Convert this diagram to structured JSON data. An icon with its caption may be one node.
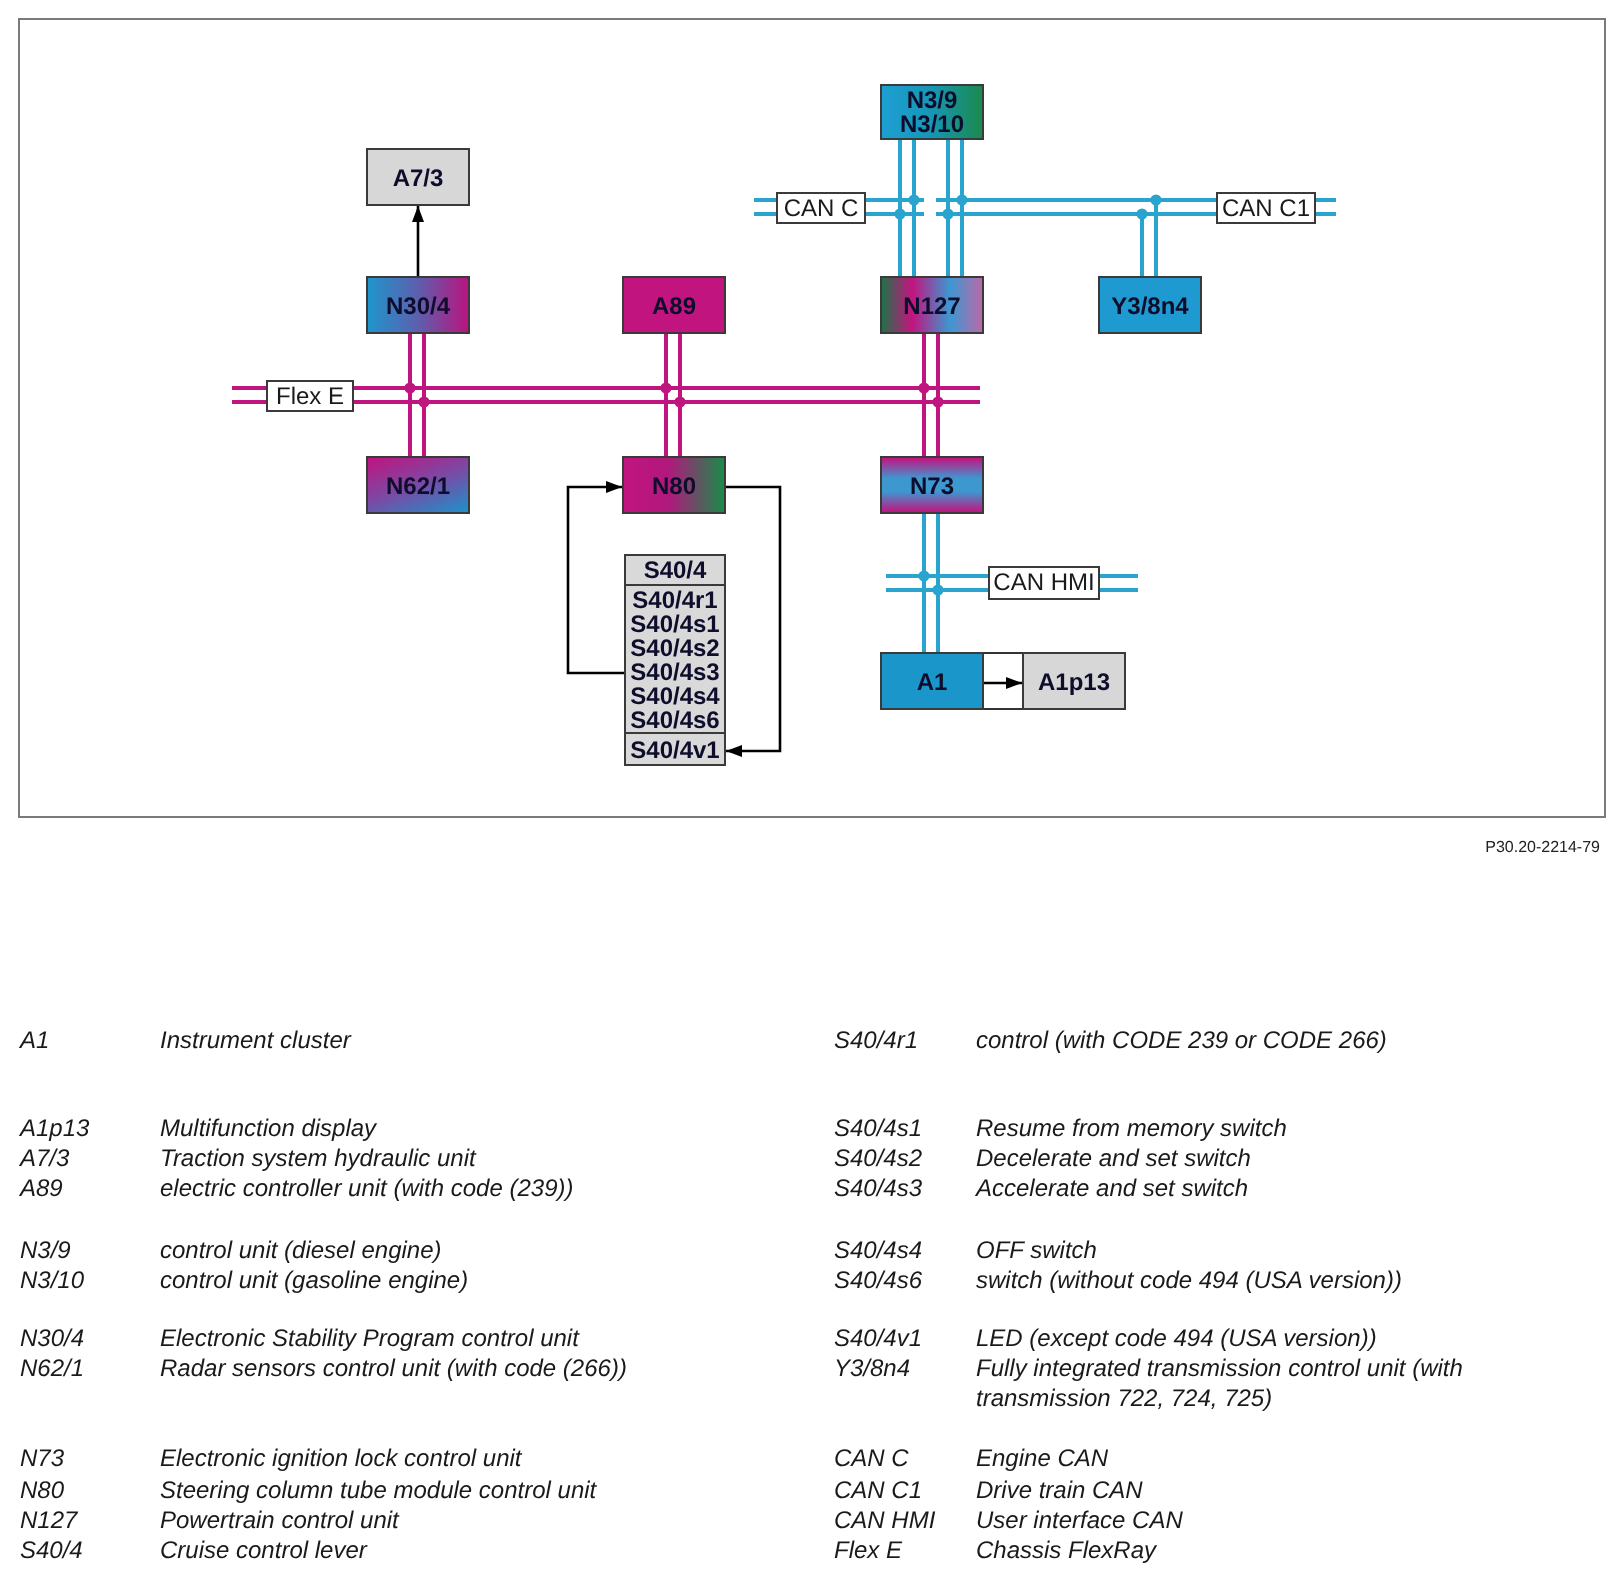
{
  "diagram": {
    "nodes": [
      {
        "text": [
          "N3/9",
          "N3/10"
        ]
      },
      {
        "text": [
          "A7/3"
        ]
      },
      {
        "text": [
          "CAN C"
        ]
      },
      {
        "text": [
          "CAN C1"
        ]
      },
      {
        "text": [
          "N30/4"
        ]
      },
      {
        "text": [
          "A89"
        ]
      },
      {
        "text": [
          "N127"
        ]
      },
      {
        "text": [
          "Y3/8n4"
        ]
      },
      {
        "text": [
          "Flex E"
        ]
      },
      {
        "text": [
          "N62/1"
        ]
      },
      {
        "text": [
          "N80"
        ]
      },
      {
        "text": [
          "N73"
        ]
      },
      {
        "text": [
          "S40/4"
        ]
      },
      {
        "text": [
          "S40/4r1",
          "S40/4s1",
          "S40/4s2",
          "S40/4s3",
          "S40/4s4",
          "S40/4s6"
        ],
        "in": 12
      },
      {
        "text": [
          "S40/4v1"
        ],
        "in": 12
      },
      {
        "text": [
          "CAN HMI"
        ]
      },
      {
        "text": [
          "A1"
        ]
      },
      {
        "text": [
          "A1p13"
        ]
      }
    ],
    "edges": [
      {
        "from": 8,
        "to": 4,
        "arrow": "none",
        "color": "#c0157f"
      },
      {
        "from": 8,
        "to": 9,
        "arrow": "none",
        "color": "#c0157f"
      },
      {
        "from": 8,
        "to": 5,
        "arrow": "none",
        "color": "#c0157f"
      },
      {
        "from": 8,
        "to": 10,
        "arrow": "none",
        "color": "#c0157f"
      },
      {
        "from": 8,
        "to": 6,
        "arrow": "none",
        "color": "#c0157f"
      },
      {
        "from": 8,
        "to": 11,
        "arrow": "none",
        "color": "#c0157f"
      },
      {
        "from": 2,
        "to": 0,
        "arrow": "none"
      },
      {
        "from": 2,
        "to": 6,
        "arrow": "none"
      },
      {
        "from": 3,
        "to": 0,
        "arrow": "none"
      },
      {
        "from": 3,
        "to": 6,
        "arrow": "none"
      },
      {
        "from": 3,
        "to": 7,
        "arrow": "none"
      },
      {
        "from": 15,
        "to": 11,
        "arrow": "none"
      },
      {
        "from": 15,
        "to": 16,
        "arrow": "none"
      },
      {
        "from": 4,
        "to": 1,
        "arrow": "to",
        "color": "#000000"
      },
      {
        "from": 10,
        "to": 14,
        "arrow": "to",
        "color": "#000000"
      },
      {
        "from": 13,
        "to": 10,
        "arrow": "to",
        "color": "#000000"
      },
      {
        "from": 16,
        "to": 17,
        "arrow": "to",
        "color": "#000000"
      }
    ],
    "labels": [
      "P30.20-2214-79",
      "A1",
      "Instrument cluster",
      "S40/4r1",
      "control (with CODE 239 or CODE 266)",
      "A1p13",
      "Multifunction display",
      "S40/4s1",
      "Resume from memory switch",
      "A7/3",
      "Traction system hydraulic unit",
      "S40/4s2",
      "Decelerate and set switch",
      "A89",
      "electric controller unit (with code (239))",
      "S40/4s3",
      "Accelerate and set switch",
      "N3/9",
      "control unit (diesel engine)",
      "S40/4s4",
      "OFF switch",
      "N3/10",
      "control unit (gasoline engine)",
      "S40/4s6",
      "switch (without code 494 (USA version))",
      "N30/4",
      "Electronic Stability Program control unit",
      "S40/4v1",
      "LED (except code 494 (USA version))",
      "N62/1",
      "Radar sensors control unit (with code (266))",
      "Y3/8n4",
      "Fully integrated transmission control unit (with transmission 722, 724, 725)",
      "N73",
      "Electronic ignition lock control unit",
      "CAN C",
      "Engine CAN",
      "N80",
      "Steering column tube module control unit",
      "CAN C1",
      "Drive train CAN",
      "N127",
      "Powertrain control unit",
      "CAN HMI",
      "User interface CAN",
      "S40/4",
      "Cruise control lever",
      "Flex E",
      "Chassis FlexRay"
    ]
  }
}
